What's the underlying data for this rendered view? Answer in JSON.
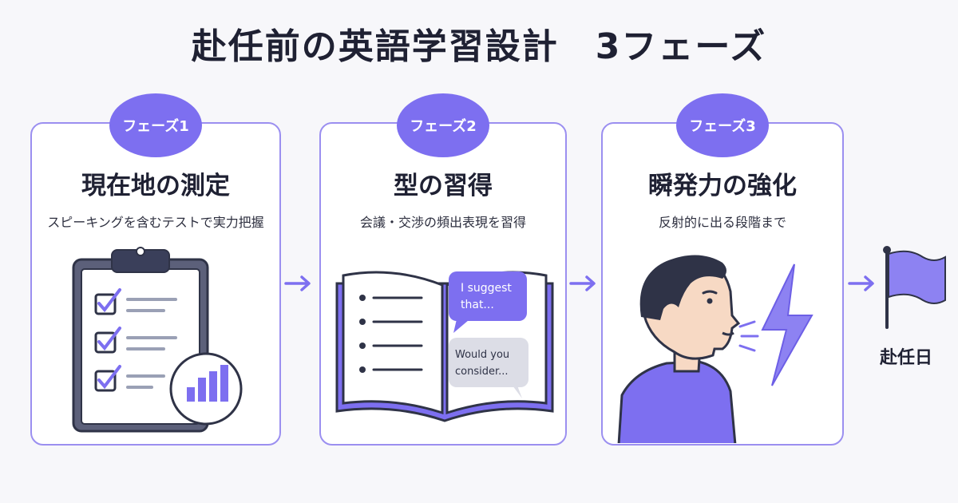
{
  "title": "赴任前の英語学習設計　3フェーズ",
  "phases": [
    {
      "badge": "フェーズ1",
      "title": "現在地の測定",
      "subtitle": "スピーキングを含むテストで実力把握"
    },
    {
      "badge": "フェーズ2",
      "title": "型の習得",
      "subtitle": "会議・交渉の頻出表現を習得",
      "bubbles": [
        "I suggest that...",
        "Would you consider..."
      ]
    },
    {
      "badge": "フェーズ3",
      "title": "瞬発力の強化",
      "subtitle": "反射的に出る段階まで"
    }
  ],
  "goal": {
    "label": "赴任日"
  },
  "icons": [
    "checklist-clipboard-icon",
    "bar-chart-icon",
    "open-book-icon",
    "speech-bubble-icon",
    "speaking-person-icon",
    "lightning-icon",
    "arrow-right-icon",
    "flag-icon"
  ],
  "colors": {
    "accent": "#7d6ff0",
    "accent_light": "#9b8ff0",
    "dark": "#2f3347",
    "background": "#f7f7fa"
  }
}
